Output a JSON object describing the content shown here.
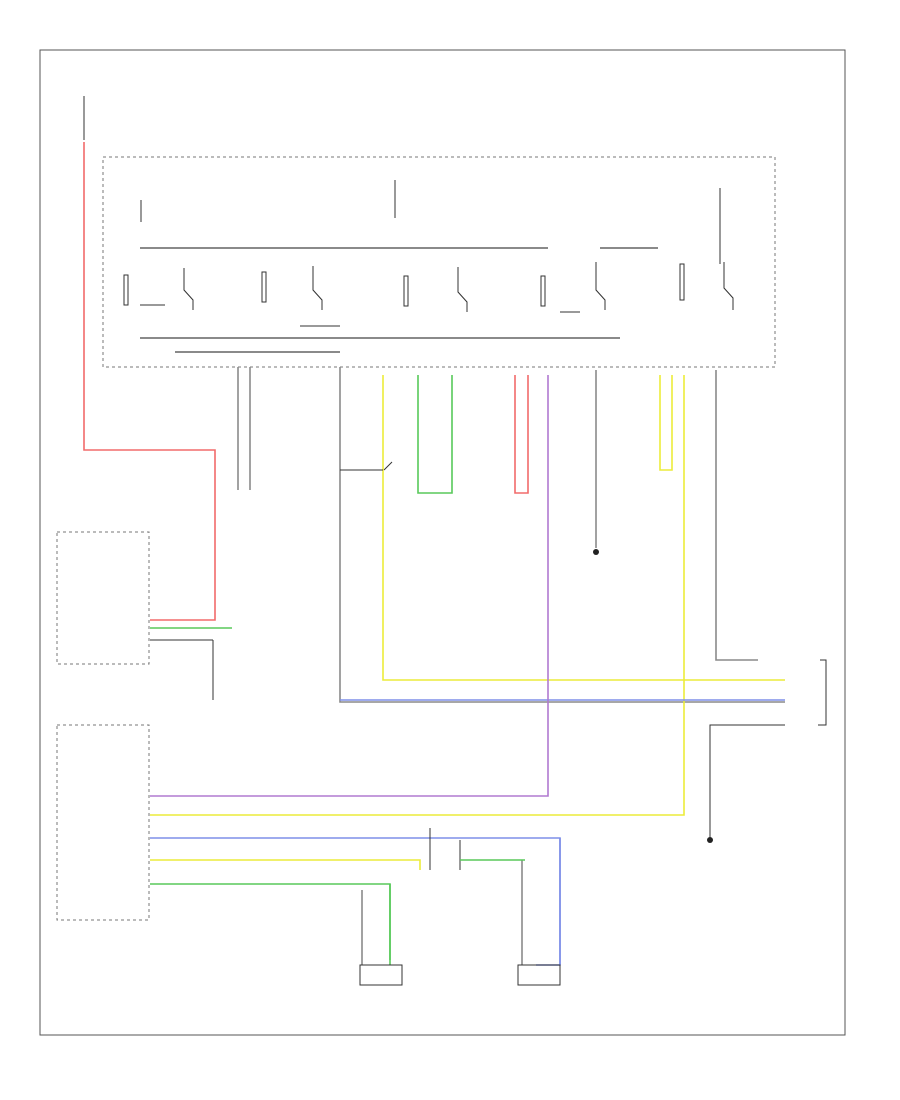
{
  "diagram": {
    "footer_code": ""
  },
  "colors": {
    "red": "#f26b6b",
    "green": "#58c95a",
    "yellow": "#ecec3a",
    "blue": "#7f8fe8",
    "purple": "#b07ad1",
    "gray": "#6e6e6e",
    "black": "#222222"
  },
  "components": [
    {
      "id": "underhood-fuse-block",
      "name-icon": "fuse-block-icon"
    },
    {
      "id": "relay-1",
      "icon": "relay-icon"
    },
    {
      "id": "relay-2",
      "icon": "relay-icon"
    },
    {
      "id": "relay-3",
      "icon": "relay-icon"
    },
    {
      "id": "relay-4",
      "icon": "relay-icon"
    },
    {
      "id": "relay-5",
      "icon": "relay-icon"
    },
    {
      "id": "instrument-cluster",
      "icon": "cluster-icon"
    },
    {
      "id": "engine-control-module",
      "icon": "module-icon"
    },
    {
      "id": "coolant-pump-connector",
      "icon": "connector-icon"
    },
    {
      "id": "cooling-fan-motor-left",
      "icon": "motor-icon"
    },
    {
      "id": "cooling-fan-motor-right",
      "icon": "motor-icon"
    },
    {
      "id": "ground-points",
      "icon": "ground-icon"
    }
  ]
}
